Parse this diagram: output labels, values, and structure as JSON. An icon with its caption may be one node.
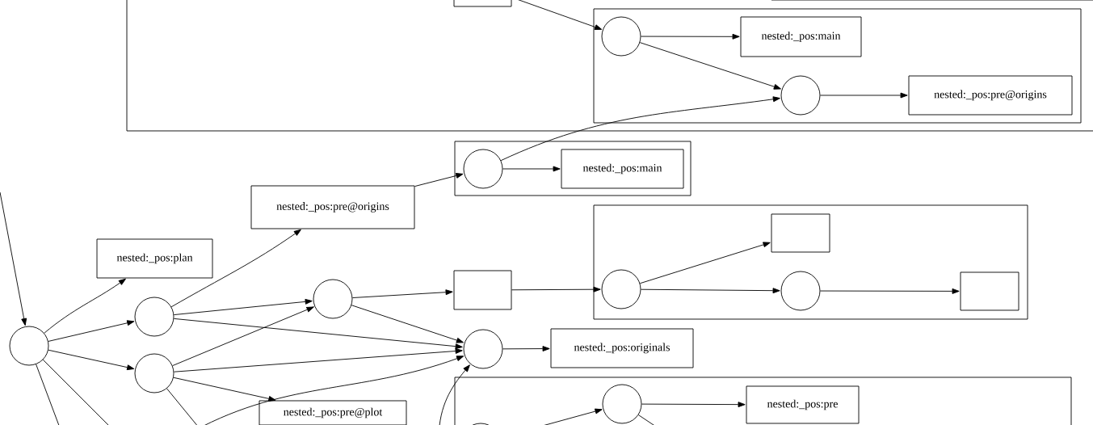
{
  "diagram": {
    "nodes": [
      {
        "text": [],
        "shape": "box"
      },
      {
        "text": [],
        "shape": "box",
        "in": 0
      },
      {
        "text": [],
        "shape": "box",
        "in": 0
      },
      {
        "text": [],
        "shape": "box",
        "in": 0
      },
      {
        "text": [],
        "shape": "circle",
        "in": 3
      },
      {
        "text": [
          "nested:_pos:main"
        ],
        "in": 3
      },
      {
        "text": [],
        "shape": "circle",
        "in": 3
      },
      {
        "text": [
          "nested:_pos:pre@origins"
        ],
        "in": 3
      },
      {
        "text": [],
        "shape": "box"
      },
      {
        "text": [],
        "shape": "circle",
        "in": 8
      },
      {
        "text": [
          "nested:_pos:main"
        ],
        "in": 8
      },
      {
        "text": [
          "nested:_pos:pre@origins"
        ]
      },
      {
        "text": [
          "nested:_pos:plan"
        ]
      },
      {
        "text": [],
        "shape": "box"
      },
      {
        "text": [],
        "shape": "circle",
        "in": 13
      },
      {
        "text": [],
        "shape": "box",
        "in": 13
      },
      {
        "text": [],
        "shape": "circle",
        "in": 13
      },
      {
        "text": [],
        "shape": "box",
        "in": 13
      },
      {
        "text": [],
        "shape": "circle"
      },
      {
        "text": [],
        "shape": "circle"
      },
      {
        "text": [],
        "shape": "box"
      },
      {
        "text": [],
        "shape": "circle"
      },
      {
        "text": [],
        "shape": "circle"
      },
      {
        "text": [
          "nested:_pos:originals"
        ]
      },
      {
        "text": [],
        "shape": "circle"
      },
      {
        "text": [],
        "shape": "box"
      },
      {
        "text": [],
        "shape": "circle",
        "in": 25
      },
      {
        "text": [
          "nested:_pos:pre"
        ],
        "in": 25
      },
      {
        "text": [],
        "shape": "circle",
        "in": 25
      },
      {
        "text": [
          "nested:_pos:pre@plot"
        ]
      }
    ],
    "edges": [
      {
        "from": null,
        "to": 21,
        "arrow": "to"
      },
      {
        "from": 21,
        "to": 12,
        "arrow": "to"
      },
      {
        "from": 21,
        "to": 18,
        "arrow": "to"
      },
      {
        "from": 21,
        "to": 24,
        "arrow": "to"
      },
      {
        "from": 21,
        "to": null,
        "arrow": "none"
      },
      {
        "from": 21,
        "to": null,
        "arrow": "none"
      },
      {
        "from": 18,
        "to": 11,
        "arrow": "to"
      },
      {
        "from": 18,
        "to": 19,
        "arrow": "to"
      },
      {
        "from": 18,
        "to": 22,
        "arrow": "to"
      },
      {
        "from": 24,
        "to": 19,
        "arrow": "to"
      },
      {
        "from": 24,
        "to": 22,
        "arrow": "to"
      },
      {
        "from": 24,
        "to": 29,
        "arrow": "to"
      },
      {
        "from": 24,
        "to": null,
        "arrow": "none"
      },
      {
        "from": null,
        "to": 22,
        "arrow": "to"
      },
      {
        "from": null,
        "to": 22,
        "arrow": "to"
      },
      {
        "from": 19,
        "to": 20,
        "arrow": "to"
      },
      {
        "from": 19,
        "to": 22,
        "arrow": "to"
      },
      {
        "from": 22,
        "to": 23,
        "arrow": "to"
      },
      {
        "from": 11,
        "to": 9,
        "arrow": "to"
      },
      {
        "from": 9,
        "to": 10,
        "arrow": "to"
      },
      {
        "from": 9,
        "to": 6,
        "arrow": "to"
      },
      {
        "from": 20,
        "to": 14,
        "arrow": "to"
      },
      {
        "from": 14,
        "to": 15,
        "arrow": "to"
      },
      {
        "from": 14,
        "to": 16,
        "arrow": "to"
      },
      {
        "from": 16,
        "to": 17,
        "arrow": "to"
      },
      {
        "from": 1,
        "to": 4,
        "arrow": "to"
      },
      {
        "from": 4,
        "to": 5,
        "arrow": "to"
      },
      {
        "from": 4,
        "to": 6,
        "arrow": "to"
      },
      {
        "from": 6,
        "to": 7,
        "arrow": "to"
      },
      {
        "from": 28,
        "to": 26,
        "arrow": "to"
      },
      {
        "from": 26,
        "to": 27,
        "arrow": "to"
      },
      {
        "from": 26,
        "to": null,
        "arrow": "none"
      }
    ]
  }
}
